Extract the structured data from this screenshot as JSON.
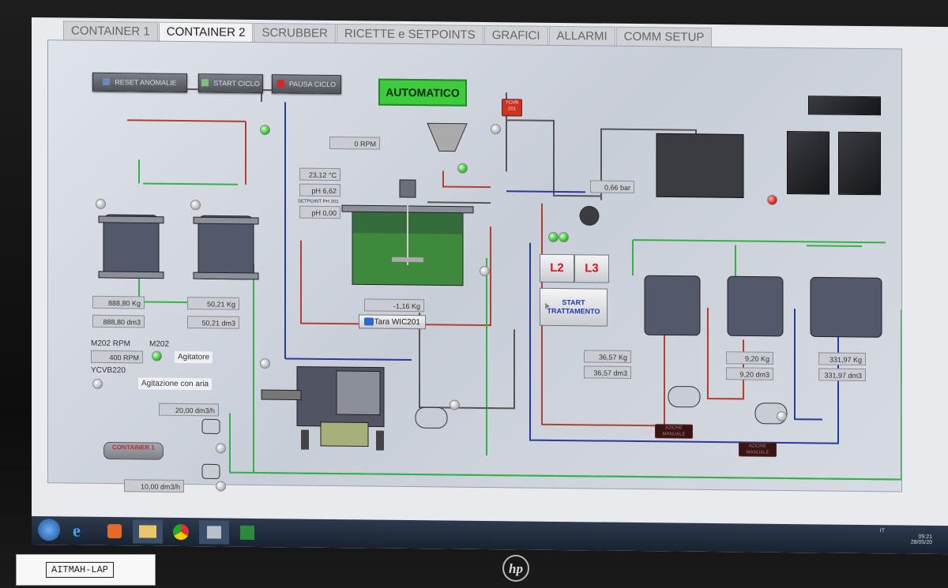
{
  "tabs": [
    "CONTAINER 1",
    "CONTAINER 2",
    "SCRUBBER",
    "RICETTE e SETPOINTS",
    "GRAFICI",
    "ALLARMI",
    "COMM SETUP"
  ],
  "active_tab": "CONTAINER 2",
  "toolbar": {
    "reset": "RESET ANOMALIE",
    "start": "START CICLO",
    "pause": "PAUSA CICLO"
  },
  "mode": "AUTOMATICO",
  "reactor": {
    "rpm": "0 RPM",
    "temp": "23,12 °C",
    "ph": "pH 6,62",
    "setpoint_label": "SETPOINT PH 201",
    "setpoint": "pH 0,00",
    "weight": "-1,16 Kg",
    "tare": "Tara WIC201"
  },
  "pressure": "0,66 bar",
  "valve_tag": "YCVB 201",
  "tanks_left": [
    {
      "kg": "888,80 Kg",
      "dm3": "888,80 dm3"
    },
    {
      "kg": "50,21 Kg",
      "dm3": "50,21 dm3"
    }
  ],
  "tanks_right": [
    {
      "kg": "36,57 Kg",
      "dm3": "36,57 dm3"
    },
    {
      "kg": "9,20 Kg",
      "dm3": "9,20 dm3"
    },
    {
      "kg": "331,97 Kg",
      "dm3": "331,97 dm3"
    }
  ],
  "agitator": {
    "rpm_label": "M202 RPM",
    "rpm": "400 RPM",
    "motor": "M202",
    "button": "Agitatore",
    "valve": "YCVB220",
    "air_button": "Agitazione con aria"
  },
  "flows": [
    "20,00 dm3/h",
    "10,00 dm3/h"
  ],
  "container_btn": "CONTAINER 1",
  "batch_btns": [
    "L2",
    "L3"
  ],
  "start_treatment": [
    "START",
    "TRATTAMENTO"
  ],
  "manual_label": "AZIONE MANUALE",
  "taskbar": {
    "lang": "IT",
    "time": "09:21",
    "date": "28/05/20"
  },
  "sticker": "AITMAH-LAP",
  "brand": "hp",
  "colors": {
    "active_green": "#3ecb3e",
    "l_button": "#d41a1a",
    "start_text": "#1a3aa8",
    "pipe_green": "#38b04a",
    "pipe_blue": "#2a3a9a",
    "pipe_red": "#b04030"
  }
}
